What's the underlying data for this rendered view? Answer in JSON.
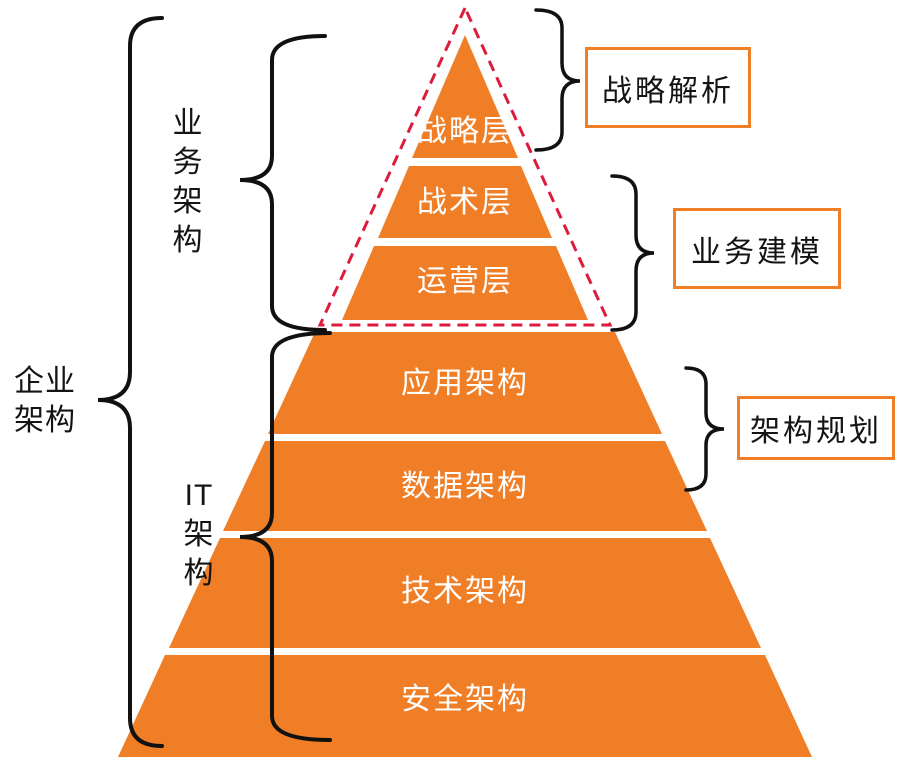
{
  "colors": {
    "orange": "#F07E26",
    "dashed_red": "#DC1C3C",
    "text_dark": "#141414",
    "layer_text": "#FFFFFF"
  },
  "pyramid": {
    "layers": [
      {
        "label": "战略层"
      },
      {
        "label": "战术层"
      },
      {
        "label": "运营层"
      },
      {
        "label": "应用架构"
      },
      {
        "label": "数据架构"
      },
      {
        "label": "技术架构"
      },
      {
        "label": "安全架构"
      }
    ]
  },
  "left_labels": {
    "business": "业务架构",
    "enterprise": "企业架构",
    "it": "IT架构"
  },
  "right_boxes": [
    {
      "label": "战略解析"
    },
    {
      "label": "业务建模"
    },
    {
      "label": "架构规划"
    }
  ]
}
